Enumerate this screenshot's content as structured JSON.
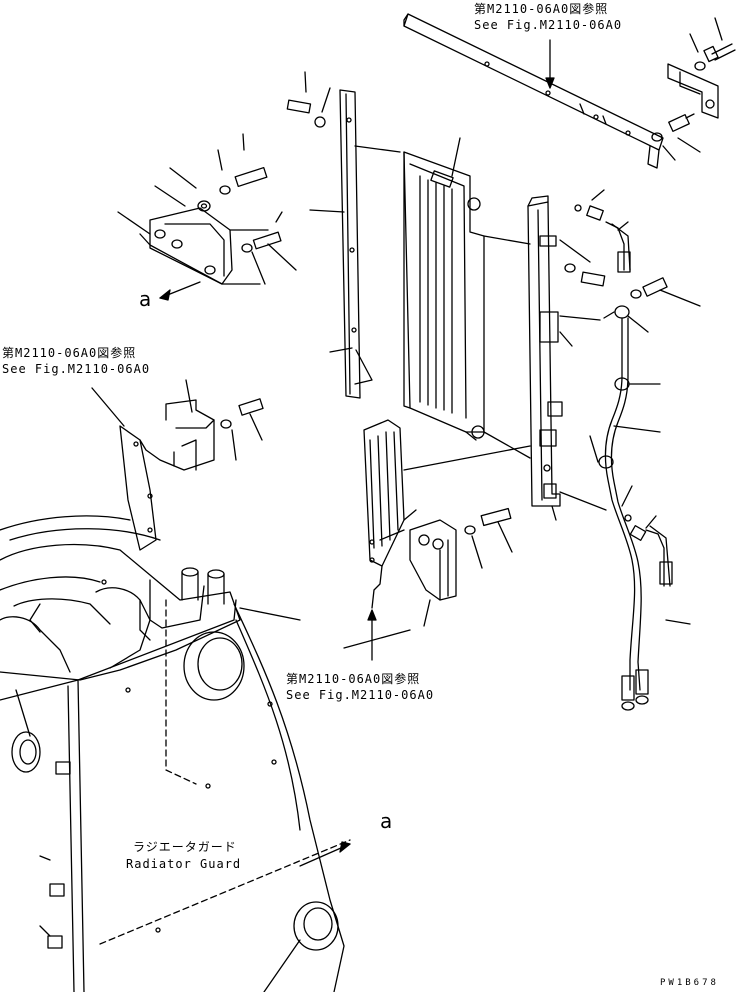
{
  "references": {
    "top": {
      "ja": "第M2110-06A0図参照",
      "en": "See Fig.M2110-06A0"
    },
    "left": {
      "ja": "第M2110-06A0図参照",
      "en": "See Fig.M2110-06A0"
    },
    "bottom": {
      "ja": "第M2110-06A0図参照",
      "en": "See Fig.M2110-06A0"
    }
  },
  "part": {
    "ja": "ラジエータガード",
    "en": "Radiator Guard"
  },
  "view_marks": {
    "upper": "a",
    "lower": "a"
  },
  "drawing_code": "PW1B678"
}
